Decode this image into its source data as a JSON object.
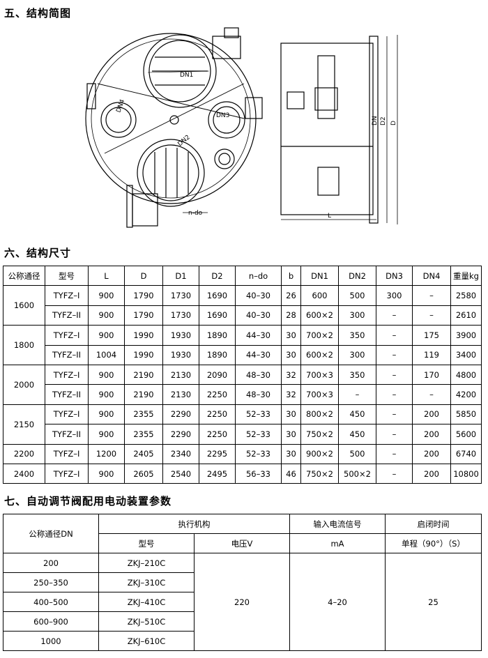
{
  "sections": {
    "s5": "五、结构简图",
    "s6": "六、结构尺寸",
    "s7": "七、自动调节阀配用电动装置参数"
  },
  "drawing": {
    "labels": {
      "dn1": "DN1",
      "dn2": "DN2",
      "dn3": "DN3",
      "dn4": "DN4",
      "ndo": "n-do",
      "dn": "DN",
      "d2": "D2",
      "d": "D",
      "l": "L"
    }
  },
  "table6": {
    "headers": [
      "公称通径",
      "型号",
      "L",
      "D",
      "D1",
      "D2",
      "n–do",
      "b",
      "DN1",
      "DN2",
      "DN3",
      "DN4",
      "重量kg"
    ],
    "groups": [
      {
        "dn": "1600",
        "rows": [
          [
            "TYFZ–I",
            "900",
            "1790",
            "1730",
            "1690",
            "40–30",
            "26",
            "600",
            "500",
            "300",
            "–",
            "2580"
          ],
          [
            "TYFZ–II",
            "900",
            "1790",
            "1730",
            "1690",
            "40–30",
            "28",
            "600×2",
            "300",
            "–",
            "–",
            "2610"
          ]
        ]
      },
      {
        "dn": "1800",
        "rows": [
          [
            "TYFZ–I",
            "900",
            "1990",
            "1930",
            "1890",
            "44–30",
            "30",
            "700×2",
            "350",
            "–",
            "175",
            "3900"
          ],
          [
            "TYFZ–II",
            "1004",
            "1990",
            "1930",
            "1890",
            "44–30",
            "30",
            "600×2",
            "300",
            "–",
            "119",
            "3400"
          ]
        ]
      },
      {
        "dn": "2000",
        "rows": [
          [
            "TYFZ–I",
            "900",
            "2190",
            "2130",
            "2090",
            "48–30",
            "32",
            "700×3",
            "350",
            "–",
            "170",
            "4800"
          ],
          [
            "TYFZ–II",
            "900",
            "2190",
            "2130",
            "2250",
            "48–30",
            "32",
            "700×3",
            "–",
            "–",
            "–",
            "4200"
          ]
        ]
      },
      {
        "dn": "2150",
        "rows": [
          [
            "TYFZ–I",
            "900",
            "2355",
            "2290",
            "2250",
            "52–33",
            "30",
            "800×2",
            "450",
            "–",
            "200",
            "5850"
          ],
          [
            "TYFZ–II",
            "900",
            "2355",
            "2290",
            "2250",
            "52–33",
            "30",
            "750×2",
            "450",
            "–",
            "200",
            "5600"
          ]
        ]
      },
      {
        "dn": "2200",
        "rows": [
          [
            "TYFZ–I",
            "1200",
            "2405",
            "2340",
            "2295",
            "52–33",
            "30",
            "900×2",
            "500",
            "–",
            "200",
            "6740"
          ]
        ]
      },
      {
        "dn": "2400",
        "rows": [
          [
            "TYFZ–I",
            "900",
            "2605",
            "2540",
            "2495",
            "56–33",
            "46",
            "750×2",
            "500×2",
            "–",
            "200",
            "10800"
          ]
        ]
      }
    ]
  },
  "table7": {
    "h_dn": "公称通径DN",
    "h_actuator": "执行机构",
    "h_model": "型号",
    "h_voltage": "电压V",
    "h_signal": "输入电流信号",
    "h_signal_unit": "mA",
    "h_time": "启闭时间",
    "h_time_unit": "单程（90°）（S）",
    "rows": [
      {
        "dn": "200",
        "model": "ZKJ–210C"
      },
      {
        "dn": "250–350",
        "model": "ZKJ–310C"
      },
      {
        "dn": "400–500",
        "model": "ZKJ–410C"
      },
      {
        "dn": "600–900",
        "model": "ZKJ–510C"
      },
      {
        "dn": "1000",
        "model": "ZKJ–610C"
      }
    ],
    "voltage": "220",
    "signal": "4–20",
    "time": "25"
  }
}
